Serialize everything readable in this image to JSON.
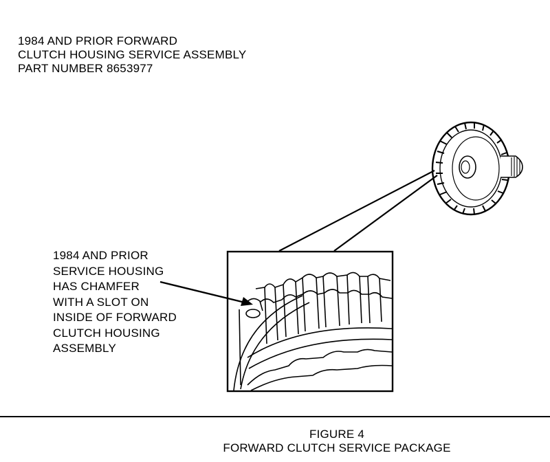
{
  "title": {
    "lines": [
      "1984 AND PRIOR FORWARD",
      "CLUTCH HOUSING SERVICE ASSEMBLY",
      "PART NUMBER 8653977"
    ]
  },
  "callout": {
    "lines": [
      "1984 AND PRIOR",
      "SERVICE HOUSING",
      "HAS CHAMFER",
      "WITH A SLOT ON",
      "INSIDE OF FORWARD",
      "CLUTCH HOUSING",
      "ASSEMBLY"
    ]
  },
  "caption": {
    "figure": "FIGURE 4",
    "title": "FORWARD CLUTCH SERVICE PACKAGE"
  }
}
